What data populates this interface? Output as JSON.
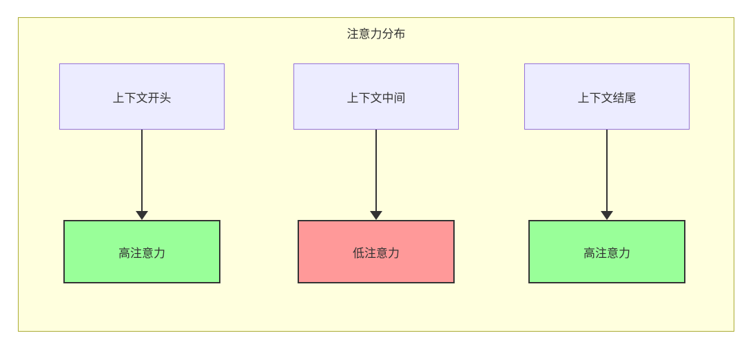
{
  "diagram": {
    "title": "注意力分布",
    "colors": {
      "container_bg": "#ffffde",
      "container_border": "#aaaa33",
      "node_bg": "#ECECFF",
      "node_border": "#9370DB",
      "high_bg": "#99ff99",
      "low_bg": "#ff9999",
      "result_border": "#333333",
      "arrow": "#333333",
      "text": "#333333"
    },
    "columns": [
      {
        "source": "上下文开头",
        "result": "高注意力",
        "result_type": "high"
      },
      {
        "source": "上下文中间",
        "result": "低注意力",
        "result_type": "low"
      },
      {
        "source": "上下文结尾",
        "result": "高注意力",
        "result_type": "high"
      }
    ]
  }
}
